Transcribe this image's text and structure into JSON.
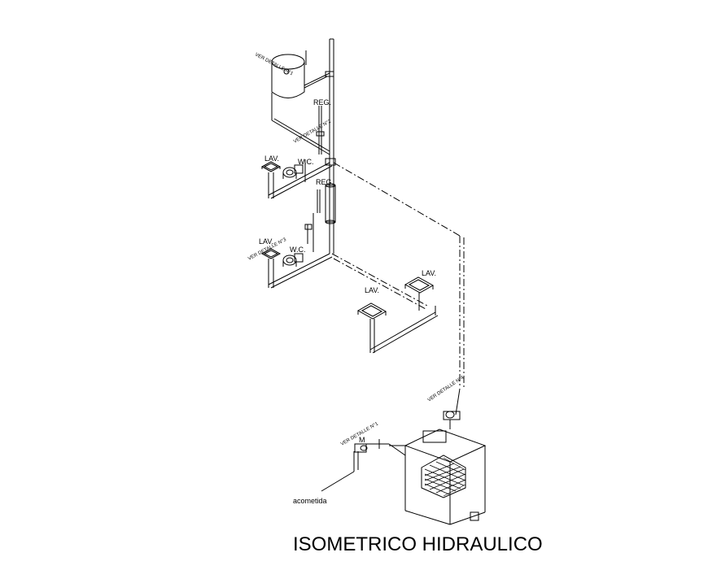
{
  "title": "ISOMETRICO HIDRAULICO",
  "labels": {
    "ver_detalle_1": "VER DETALLE N°1",
    "ver_detalle_2": "VER DETALLE N°2",
    "ver_detalle_3": "VER DETALLE N°3",
    "ver_detalle_4": "VER DETALLE N°4",
    "reg_upper": "REG.",
    "reg_lower": "REG.",
    "lav_1": "LAV.",
    "wc_1": "W.C.",
    "lav_2": "LAV.",
    "wc_2": "W.C.",
    "lav_3": "LAV.",
    "lav_4": "LAV.",
    "medidor": "M",
    "acometida": "acometida"
  }
}
